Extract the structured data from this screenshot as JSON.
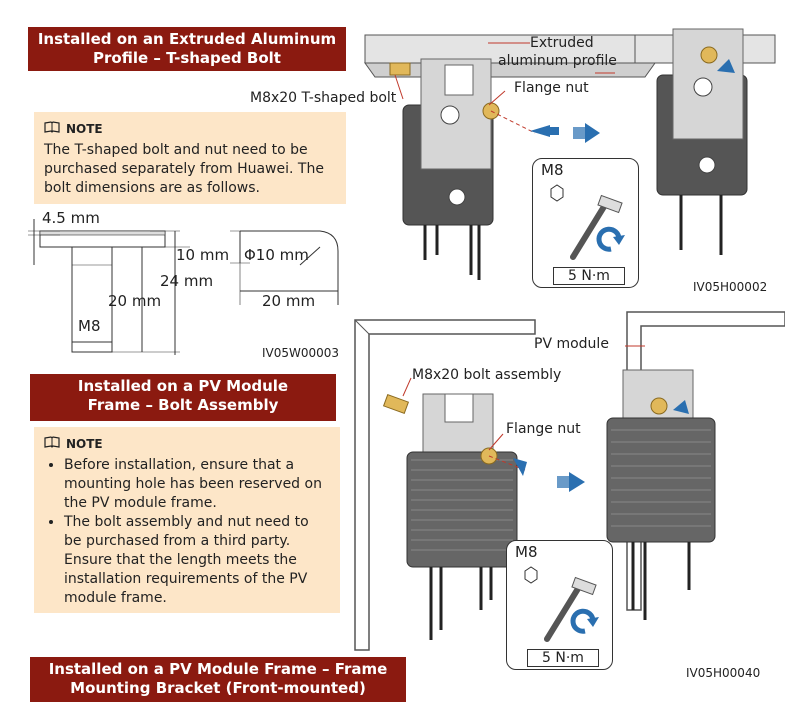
{
  "section1": {
    "title_line1": "Installed on an Extruded Aluminum",
    "title_line2": "Profile – T-shaped Bolt"
  },
  "note1": {
    "heading": "NOTE",
    "text": "The T-shaped bolt and nut need to be purchased separately from Huawei. The bolt dimensions are as follows."
  },
  "bolt_dims": {
    "head_thickness": "4.5 mm",
    "head_height": "10 mm",
    "total": "24 mm",
    "shank": "20 mm",
    "thread": "M8",
    "diameter": "Φ10 mm",
    "length": "20 mm",
    "code": "IV05W00003"
  },
  "figure1": {
    "label_profile_line1": "Extruded",
    "label_profile_line2": "aluminum profile",
    "label_bolt": "M8x20 T-shaped bolt",
    "label_nut": "Flange nut",
    "torque_size": "M8",
    "torque_value": "5 N·m",
    "code": "IV05H00002"
  },
  "section2": {
    "title_line1": "Installed on a PV Module",
    "title_line2": "Frame – Bolt Assembly"
  },
  "note2": {
    "heading": "NOTE",
    "items": [
      "Before installation, ensure that a mounting hole has been reserved on the PV module frame.",
      "The bolt assembly and nut need to be purchased from a third party. Ensure that the length meets the installation requirements of the PV module frame."
    ]
  },
  "figure2": {
    "label_module": "PV module",
    "label_bolt": "M8x20 bolt assembly",
    "label_nut": "Flange nut",
    "torque_size": "M8",
    "torque_value": "5 N·m",
    "code": "IV05H00040"
  },
  "section3": {
    "title_line1": "Installed on a PV Module Frame – Frame",
    "title_line2": "Mounting Bracket (Front-mounted)"
  },
  "colors": {
    "banner": "#8b1a10",
    "note_bg": "#fde6c8",
    "arrow_blue": "#2a6fb0",
    "red_leader": "#c0392b"
  }
}
